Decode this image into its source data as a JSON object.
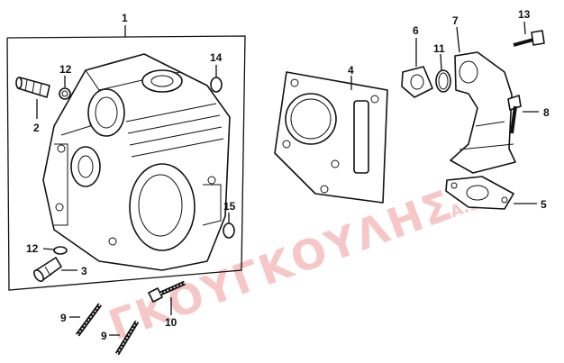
{
  "watermark": {
    "main": "ΓΚΟΥΓΚΟΥΛΗΣ",
    "suffix": "Α.Ε.",
    "color": "#e23a3a"
  },
  "callouts": {
    "p1": "1",
    "p2": "2",
    "p3": "3",
    "p4": "4",
    "p5": "5",
    "p6": "6",
    "p7": "7",
    "p8": "8",
    "p9a": "9",
    "p9b": "9",
    "p10": "10",
    "p11": "11",
    "p12a": "12",
    "p12b": "12",
    "p13": "13",
    "p14": "14",
    "p15": "15"
  }
}
